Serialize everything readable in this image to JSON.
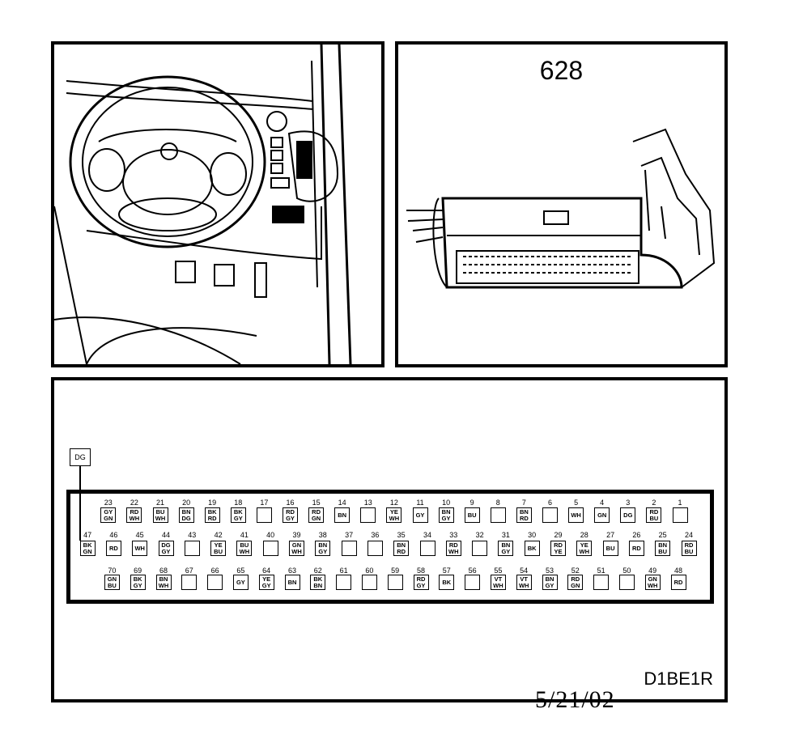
{
  "connector_number": "628",
  "diagram_code": "D1BE1R",
  "date_stamp": "5/21/02",
  "external_wire": "DG",
  "pins": [
    {
      "n": "1",
      "c": []
    },
    {
      "n": "2",
      "c": [
        "RD",
        "BU"
      ]
    },
    {
      "n": "3",
      "c": [
        "DG"
      ]
    },
    {
      "n": "4",
      "c": [
        "GN"
      ]
    },
    {
      "n": "5",
      "c": [
        "WH"
      ]
    },
    {
      "n": "6",
      "c": []
    },
    {
      "n": "7",
      "c": [
        "BN",
        "RD"
      ]
    },
    {
      "n": "8",
      "c": []
    },
    {
      "n": "9",
      "c": [
        "BU"
      ]
    },
    {
      "n": "10",
      "c": [
        "BN",
        "GY"
      ]
    },
    {
      "n": "11",
      "c": [
        "GY"
      ]
    },
    {
      "n": "12",
      "c": [
        "YE",
        "WH"
      ]
    },
    {
      "n": "13",
      "c": []
    },
    {
      "n": "14",
      "c": [
        "BN"
      ]
    },
    {
      "n": "15",
      "c": [
        "RD",
        "GN"
      ]
    },
    {
      "n": "16",
      "c": [
        "RD",
        "GY"
      ]
    },
    {
      "n": "17",
      "c": []
    },
    {
      "n": "18",
      "c": [
        "BK",
        "GY"
      ]
    },
    {
      "n": "19",
      "c": [
        "BK",
        "RD"
      ]
    },
    {
      "n": "20",
      "c": [
        "BN",
        "DG"
      ]
    },
    {
      "n": "21",
      "c": [
        "BU",
        "WH"
      ]
    },
    {
      "n": "22",
      "c": [
        "RD",
        "WH"
      ]
    },
    {
      "n": "23",
      "c": [
        "GY",
        "GN"
      ]
    },
    {
      "n": "24",
      "c": [
        "RD",
        "BU"
      ]
    },
    {
      "n": "25",
      "c": [
        "BN",
        "BU"
      ]
    },
    {
      "n": "26",
      "c": [
        "RD"
      ]
    },
    {
      "n": "27",
      "c": [
        "BU"
      ]
    },
    {
      "n": "28",
      "c": [
        "YE",
        "WH"
      ]
    },
    {
      "n": "29",
      "c": [
        "RD",
        "YE"
      ]
    },
    {
      "n": "30",
      "c": [
        "BK"
      ]
    },
    {
      "n": "31",
      "c": [
        "BN",
        "GY"
      ]
    },
    {
      "n": "32",
      "c": []
    },
    {
      "n": "33",
      "c": [
        "RD",
        "WH"
      ]
    },
    {
      "n": "34",
      "c": []
    },
    {
      "n": "35",
      "c": [
        "BN",
        "RD"
      ]
    },
    {
      "n": "36",
      "c": []
    },
    {
      "n": "37",
      "c": []
    },
    {
      "n": "38",
      "c": [
        "BN",
        "GY"
      ]
    },
    {
      "n": "39",
      "c": [
        "GN",
        "WH"
      ]
    },
    {
      "n": "40",
      "c": []
    },
    {
      "n": "41",
      "c": [
        "BU",
        "WH"
      ]
    },
    {
      "n": "42",
      "c": [
        "YE",
        "BU"
      ]
    },
    {
      "n": "43",
      "c": []
    },
    {
      "n": "44",
      "c": [
        "DG",
        "GY"
      ]
    },
    {
      "n": "45",
      "c": [
        "WH"
      ]
    },
    {
      "n": "46",
      "c": [
        "RD"
      ]
    },
    {
      "n": "47",
      "c": [
        "BK",
        "GN"
      ]
    },
    {
      "n": "48",
      "c": [
        "RD"
      ]
    },
    {
      "n": "49",
      "c": [
        "GN",
        "WH"
      ]
    },
    {
      "n": "50",
      "c": []
    },
    {
      "n": "51",
      "c": []
    },
    {
      "n": "52",
      "c": [
        "RD",
        "GN"
      ]
    },
    {
      "n": "53",
      "c": [
        "BN",
        "GY"
      ]
    },
    {
      "n": "54",
      "c": [
        "VT",
        "WH"
      ]
    },
    {
      "n": "55",
      "c": [
        "VT",
        "WH"
      ]
    },
    {
      "n": "56",
      "c": []
    },
    {
      "n": "57",
      "c": [
        "BK"
      ]
    },
    {
      "n": "58",
      "c": [
        "RD",
        "GY"
      ]
    },
    {
      "n": "59",
      "c": []
    },
    {
      "n": "60",
      "c": []
    },
    {
      "n": "61",
      "c": []
    },
    {
      "n": "62",
      "c": [
        "BK",
        "BN"
      ]
    },
    {
      "n": "63",
      "c": [
        "BN"
      ]
    },
    {
      "n": "64",
      "c": [
        "YE",
        "GY"
      ]
    },
    {
      "n": "65",
      "c": [
        "GY"
      ]
    },
    {
      "n": "66",
      "c": []
    },
    {
      "n": "67",
      "c": []
    },
    {
      "n": "68",
      "c": [
        "BN",
        "WH"
      ]
    },
    {
      "n": "69",
      "c": [
        "BK",
        "GY"
      ]
    },
    {
      "n": "70",
      "c": [
        "GN",
        "BU"
      ]
    }
  ]
}
